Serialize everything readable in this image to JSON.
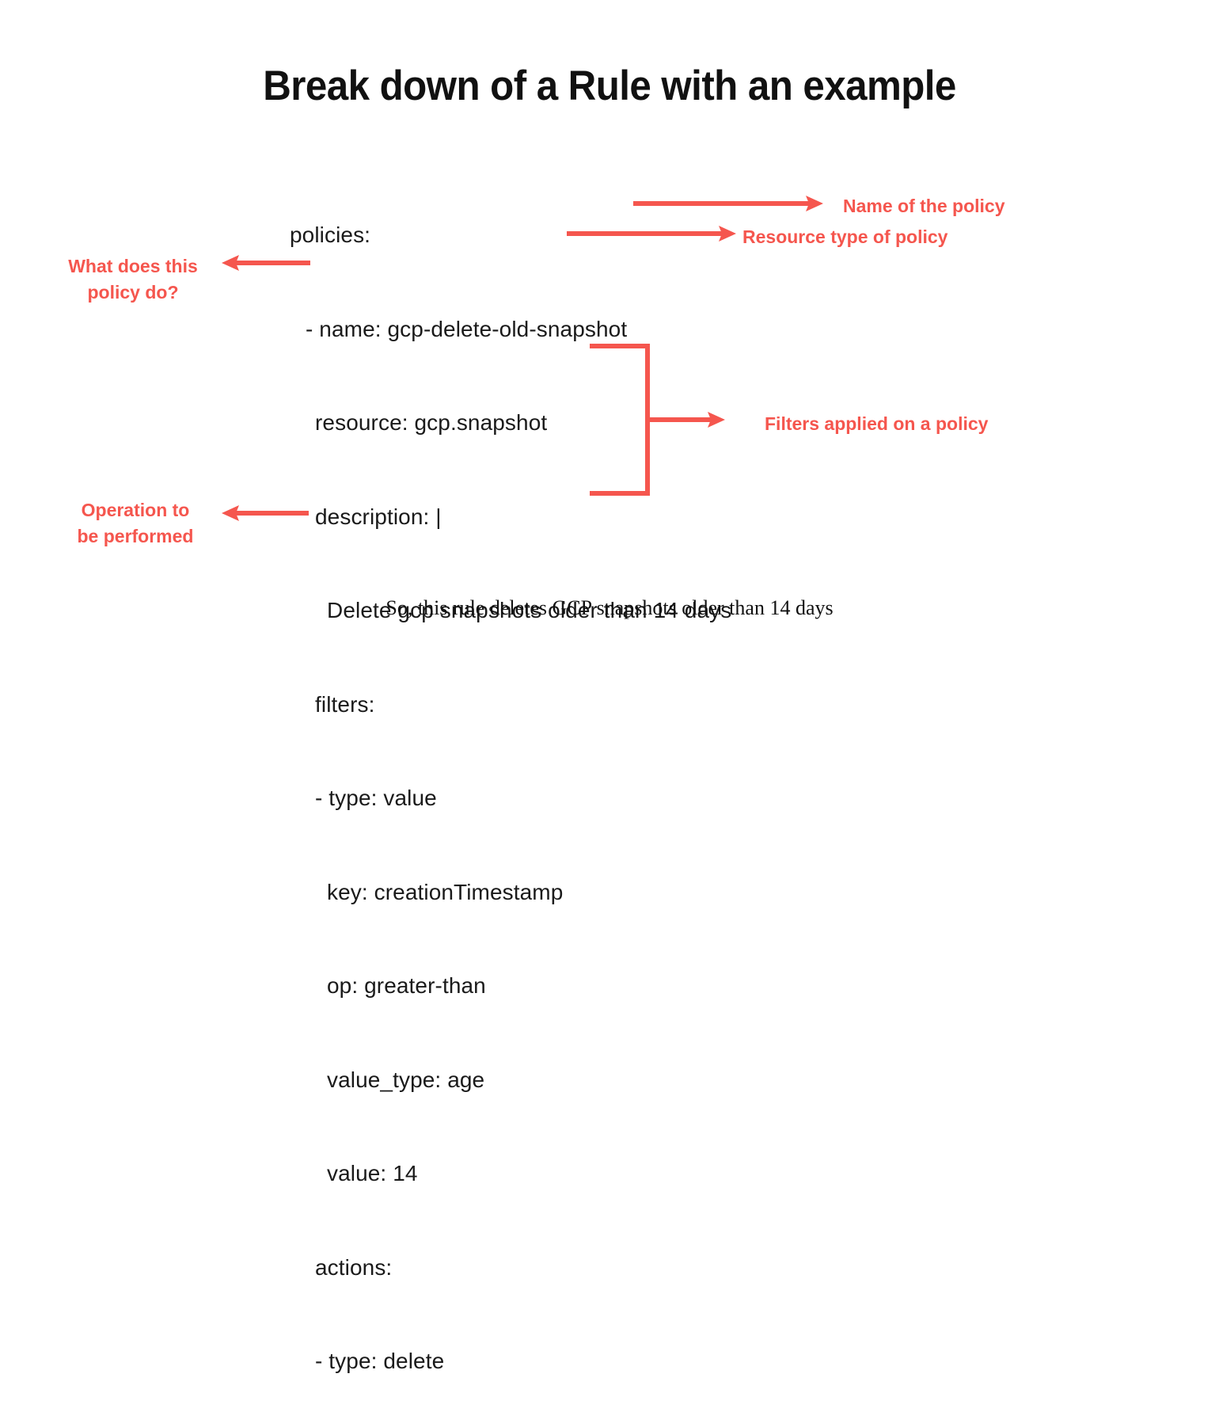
{
  "slide": {
    "title": "Break down of a Rule with an example",
    "caption": "So, this rule deletes GCP snapshots older than 14 days",
    "background_color": "#ffffff",
    "accent_color": "#F5564E",
    "text_color": "#1a1a1a"
  },
  "code": {
    "language": "yaml",
    "lines": [
      {
        "text": "policies:",
        "indent": 0
      },
      {
        "text": "- name: gcp-delete-old-snapshot",
        "indent": 1
      },
      {
        "text": "resource: gcp.snapshot",
        "indent": 2
      },
      {
        "text": "description: |",
        "indent": 2
      },
      {
        "text": "Delete gcp snapshots older than 14 days",
        "indent": 3
      },
      {
        "text": "filters:",
        "indent": 2
      },
      {
        "text": "- type: value",
        "indent": 2
      },
      {
        "text": "key: creationTimestamp",
        "indent": 3
      },
      {
        "text": "op: greater-than",
        "indent": 3
      },
      {
        "text": "value_type: age",
        "indent": 3
      },
      {
        "text": "value: 14",
        "indent": 3
      },
      {
        "text": "actions:",
        "indent": 2
      },
      {
        "text": "- type: delete",
        "indent": 2
      }
    ]
  },
  "annotations": [
    {
      "id": "name-of-policy",
      "label": "Name of the policy",
      "direction": "right"
    },
    {
      "id": "resource-type",
      "label": "Resource type of policy",
      "direction": "right"
    },
    {
      "id": "filters-applied",
      "label": "Filters applied on a policy",
      "direction": "right"
    },
    {
      "id": "what-does-policy",
      "label": "What does this\npolicy do?",
      "direction": "left"
    },
    {
      "id": "operation",
      "label": "Operation to\nbe performed",
      "direction": "left"
    }
  ]
}
